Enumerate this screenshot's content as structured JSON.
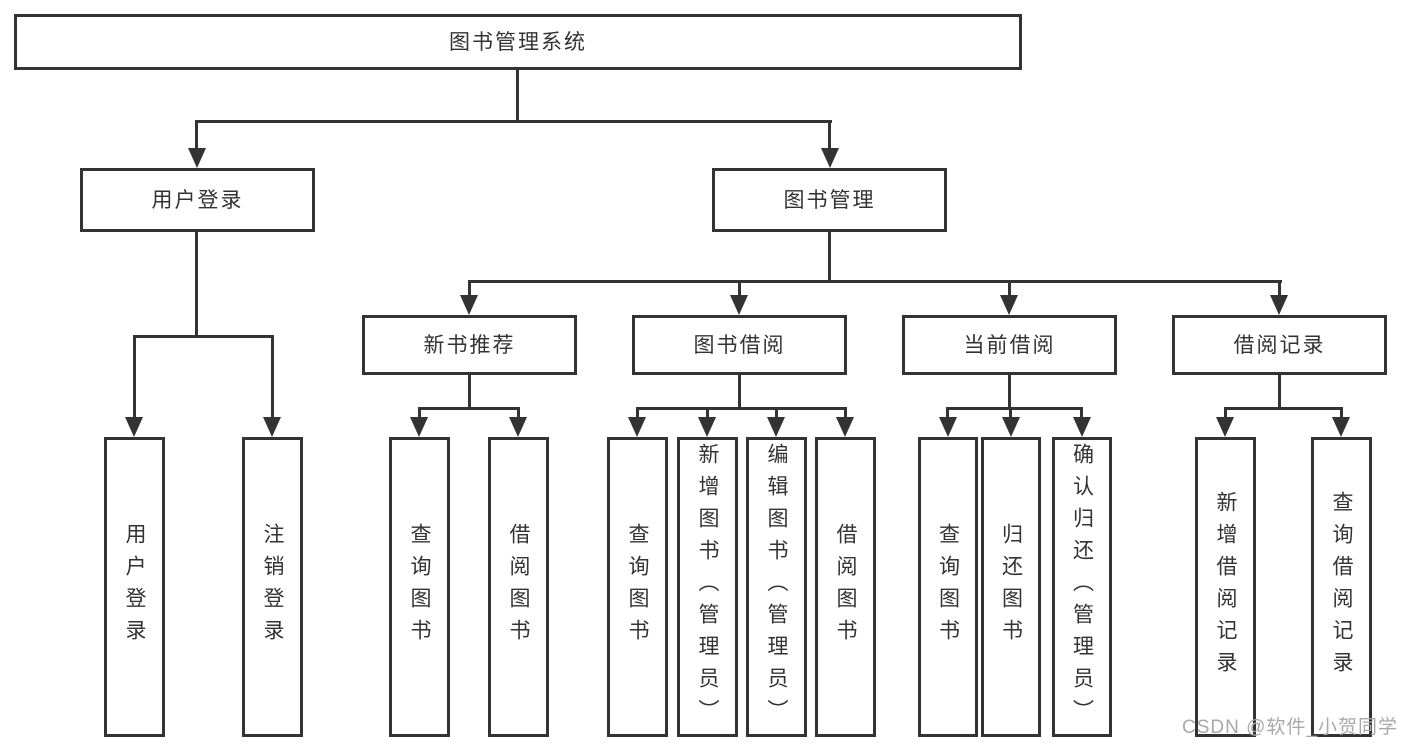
{
  "colors": {
    "line": "#333333",
    "box_border": "#333333",
    "text": "#333333",
    "watermark": "#a9a9a9",
    "background": "#ffffff"
  },
  "tree": {
    "label": "图书管理系统",
    "children": [
      {
        "label": "用户登录",
        "children": [
          {
            "label": "用户登录"
          },
          {
            "label": "注销登录"
          }
        ]
      },
      {
        "label": "图书管理",
        "children": [
          {
            "label": "新书推荐",
            "children": [
              {
                "label": "查询图书"
              },
              {
                "label": "借阅图书"
              }
            ]
          },
          {
            "label": "图书借阅",
            "children": [
              {
                "label": "查询图书"
              },
              {
                "label": "新增图书（管理员）"
              },
              {
                "label": "编辑图书（管理员）"
              },
              {
                "label": "借阅图书"
              }
            ]
          },
          {
            "label": "当前借阅",
            "children": [
              {
                "label": "查询图书"
              },
              {
                "label": "归还图书"
              },
              {
                "label": "确认归还（管理员）"
              }
            ]
          },
          {
            "label": "借阅记录",
            "children": [
              {
                "label": "新增借阅记录"
              },
              {
                "label": "查询借阅记录"
              }
            ]
          }
        ]
      }
    ]
  },
  "watermark": {
    "text": "CSDN @软件_小贺同学"
  }
}
